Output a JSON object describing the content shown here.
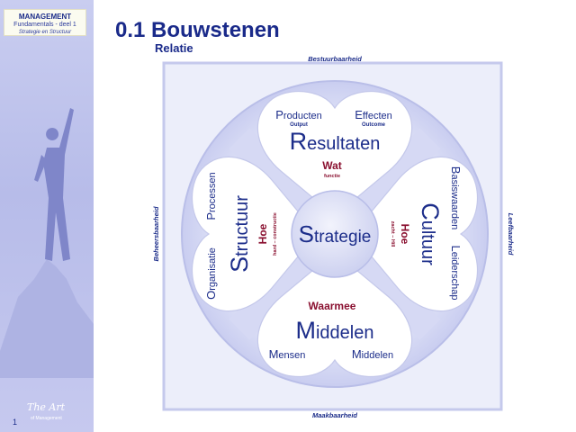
{
  "header": {
    "line1": "MANAGEMENT",
    "line2": "Fundamentals - deel 1",
    "line3": "Strategie en Structuur"
  },
  "title": "0.1 Bouwstenen",
  "subtitle": "Relatie",
  "edges": {
    "top": "Bestuurbaarheid",
    "bottom": "Maakbaarheid",
    "left": "Beheersbaarheid",
    "right": "Leefbaarheid"
  },
  "center": {
    "first": "S",
    "rest": "trategie"
  },
  "top_petal": {
    "left_first": "P",
    "left_rest": "roducten",
    "left_sub": "Output",
    "right_first": "E",
    "right_rest": "ffecten",
    "right_sub": "Outcome",
    "main_first": "R",
    "main_rest": "esultaten",
    "question": "Wat",
    "question_sub": "functie"
  },
  "bottom_petal": {
    "question": "Waarmee",
    "main_first": "M",
    "main_rest": "iddelen",
    "left_first": "M",
    "left_rest": "ensen",
    "right_first": "M",
    "right_rest": "iddelen"
  },
  "left_petal": {
    "main_first": "S",
    "main_rest": "tructuur",
    "item_a_first": "P",
    "item_a_rest": "rocessen",
    "item_b_first": "O",
    "item_b_rest": "rganisatie",
    "question": "Hoe",
    "question_sub": "hard – constructie"
  },
  "right_petal": {
    "main_first": "C",
    "main_rest": "ultuur",
    "item_a_first": "B",
    "item_a_rest": "asiswaarden",
    "item_b_first": "L",
    "item_b_rest": "eiderschap",
    "question": "Hoe",
    "question_sub": "zacht – Hill"
  },
  "logo": {
    "main": "The Art",
    "sub": "of Management"
  },
  "page_number": "1",
  "colors": {
    "title": "#1a2a8a",
    "text": "#1c2d8a",
    "accent": "#8a1030",
    "sidebar": "#bfc3ec"
  }
}
